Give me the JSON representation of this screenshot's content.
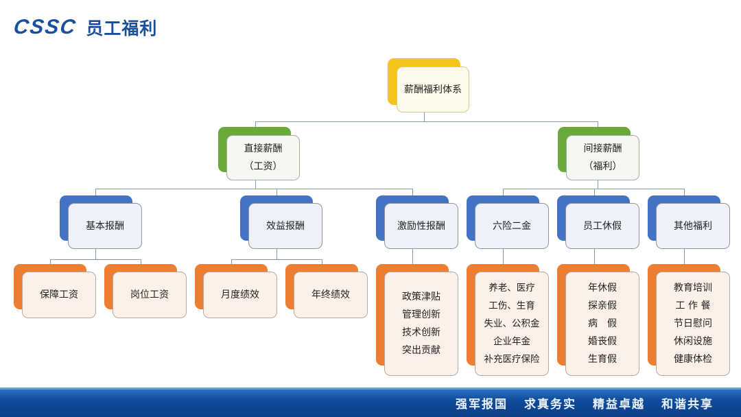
{
  "header": {
    "logo_text": "CSSC",
    "title": "员工福利"
  },
  "root": {
    "label": "薪酬福利体系",
    "color": "#f6c31a"
  },
  "level2": [
    {
      "label_line1": "直接薪酬",
      "label_line2": "（工资）",
      "color": "#6aaa3a"
    },
    {
      "label_line1": "间接薪酬",
      "label_line2": "（福利）",
      "color": "#6aaa3a"
    }
  ],
  "level3": [
    {
      "label": "基本报酬",
      "color": "#4472c4"
    },
    {
      "label": "效益报酬",
      "color": "#4472c4"
    },
    {
      "label": "激励性报酬",
      "color": "#4472c4"
    },
    {
      "label": "六险二金",
      "color": "#4472c4"
    },
    {
      "label": "员工休假",
      "color": "#4472c4"
    },
    {
      "label": "其他福利",
      "color": "#4472c4"
    }
  ],
  "level4": {
    "basic": [
      "保障工资",
      "岗位工资"
    ],
    "performance": [
      "月度绩效",
      "年终绩效"
    ],
    "incentive": [
      "政策津贴",
      "管理创新",
      "技术创新",
      "突出贡献"
    ],
    "insurance": [
      "养老、医疗",
      "工伤、生育",
      "失业、公积金",
      "企业年金",
      "补充医疗保险"
    ],
    "leave": [
      "年休假",
      "探亲假",
      "病　假",
      "婚丧假",
      "生育假"
    ],
    "other": [
      "教育培训",
      "工 作 餐",
      "节日慰问",
      "休闲设施",
      "健康体检"
    ],
    "color": "#ed7d31"
  },
  "footer": {
    "slogans": [
      "强军报国",
      "求真务实",
      "精益卓越",
      "和谐共享"
    ],
    "color": "#0f4b9a"
  }
}
